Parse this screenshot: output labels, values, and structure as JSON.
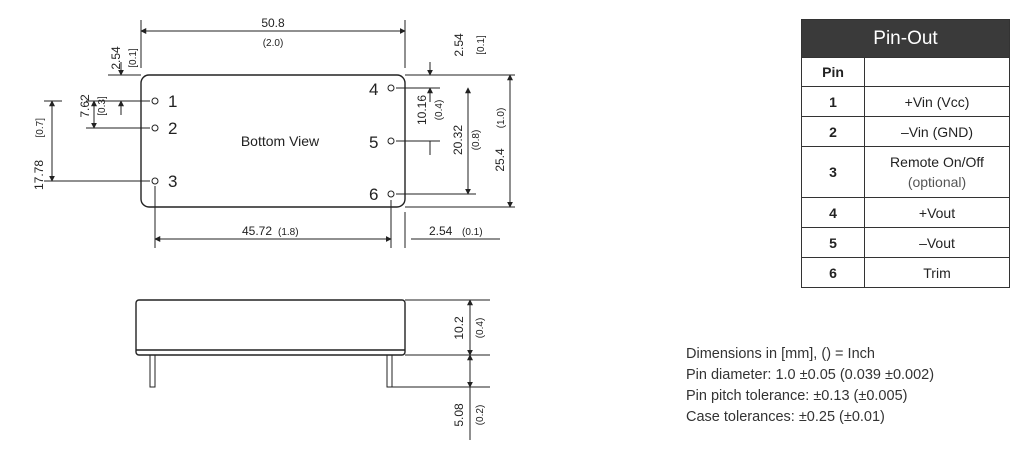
{
  "top_view": {
    "label": "Bottom View",
    "pin_labels": [
      "1",
      "2",
      "3",
      "4",
      "5",
      "6"
    ],
    "dims": {
      "width_mm": "50.8",
      "width_in": "(2.0)",
      "pin_row_mm": "45.72",
      "pin_row_in": "(1.8)",
      "right_offset_mm": "2.54",
      "right_offset_in": "(0.1)",
      "top_offset_left_mm": "2.54",
      "top_offset_left_in": "[0.1]",
      "pitch_left_mm": "7.62",
      "pitch_left_in": "[0.3]",
      "height_left_mm": "17.78",
      "height_left_in": "[0.7]",
      "top_offset_right_mm": "2.54",
      "top_offset_right_in": "[0.1]",
      "pitch_right_mm": "10.16",
      "pitch_right_in": "(0.4)",
      "span_right_mm": "20.32",
      "span_right_in": "(0.8)",
      "height_right_mm": "25.4",
      "height_right_in": "(1.0)"
    }
  },
  "side_view": {
    "dims": {
      "height_mm": "10.2",
      "height_in": "(0.4)",
      "pin_len_mm": "5.08",
      "pin_len_in": "(0.2)"
    }
  },
  "pinout": {
    "title": "Pin-Out",
    "header_pin": "Pin",
    "header_func": "",
    "rows": [
      {
        "pin": "1",
        "func": "+Vin (Vcc)"
      },
      {
        "pin": "2",
        "func": "–Vin (GND)"
      },
      {
        "pin": "3",
        "func": "Remote On/Off",
        "note": "(optional)"
      },
      {
        "pin": "4",
        "func": "+Vout"
      },
      {
        "pin": "5",
        "func": "–Vout"
      },
      {
        "pin": "6",
        "func": "Trim"
      }
    ]
  },
  "notes": [
    "Dimensions in [mm], () = Inch",
    "Pin diameter: 1.0 ±0.05 (0.039 ±0.002)",
    "Pin pitch tolerance: ±0.13 (±0.005)",
    "Case tolerances: ±0.25 (±0.01)"
  ]
}
